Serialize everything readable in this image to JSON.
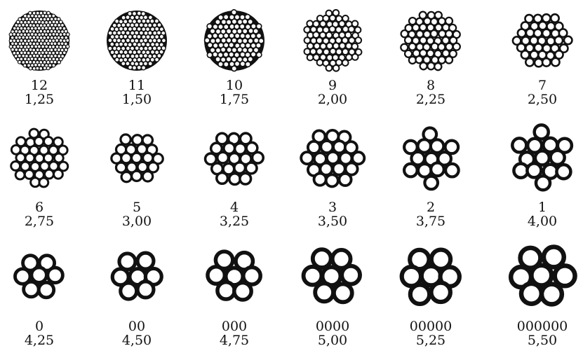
{
  "chart_data": {
    "type": "table",
    "rows": [
      [
        {
          "number": "12",
          "size": "1,25"
        },
        {
          "number": "11",
          "size": "1,50"
        },
        {
          "number": "10",
          "size": "1,75"
        },
        {
          "number": "9",
          "size": "2,00"
        },
        {
          "number": "8",
          "size": "2,25"
        },
        {
          "number": "7",
          "size": "2,50"
        }
      ],
      [
        {
          "number": "6",
          "size": "2,75"
        },
        {
          "number": "5",
          "size": "3,00"
        },
        {
          "number": "4",
          "size": "3,25"
        },
        {
          "number": "3",
          "size": "3,50"
        },
        {
          "number": "2",
          "size": "3,75"
        },
        {
          "number": "1",
          "size": "4,00"
        }
      ],
      [
        {
          "number": "0",
          "size": "4,25"
        },
        {
          "number": "00",
          "size": "4,50"
        },
        {
          "number": "000",
          "size": "4,75"
        },
        {
          "number": "0000",
          "size": "5,00"
        },
        {
          "number": "00000",
          "size": "5,25"
        },
        {
          "number": "000000",
          "size": "5,50"
        }
      ]
    ]
  },
  "palette": {
    "ink": "#111111",
    "paper": "#ffffff"
  },
  "icons": {
    "shot-cluster": "shot-cluster-icon"
  }
}
